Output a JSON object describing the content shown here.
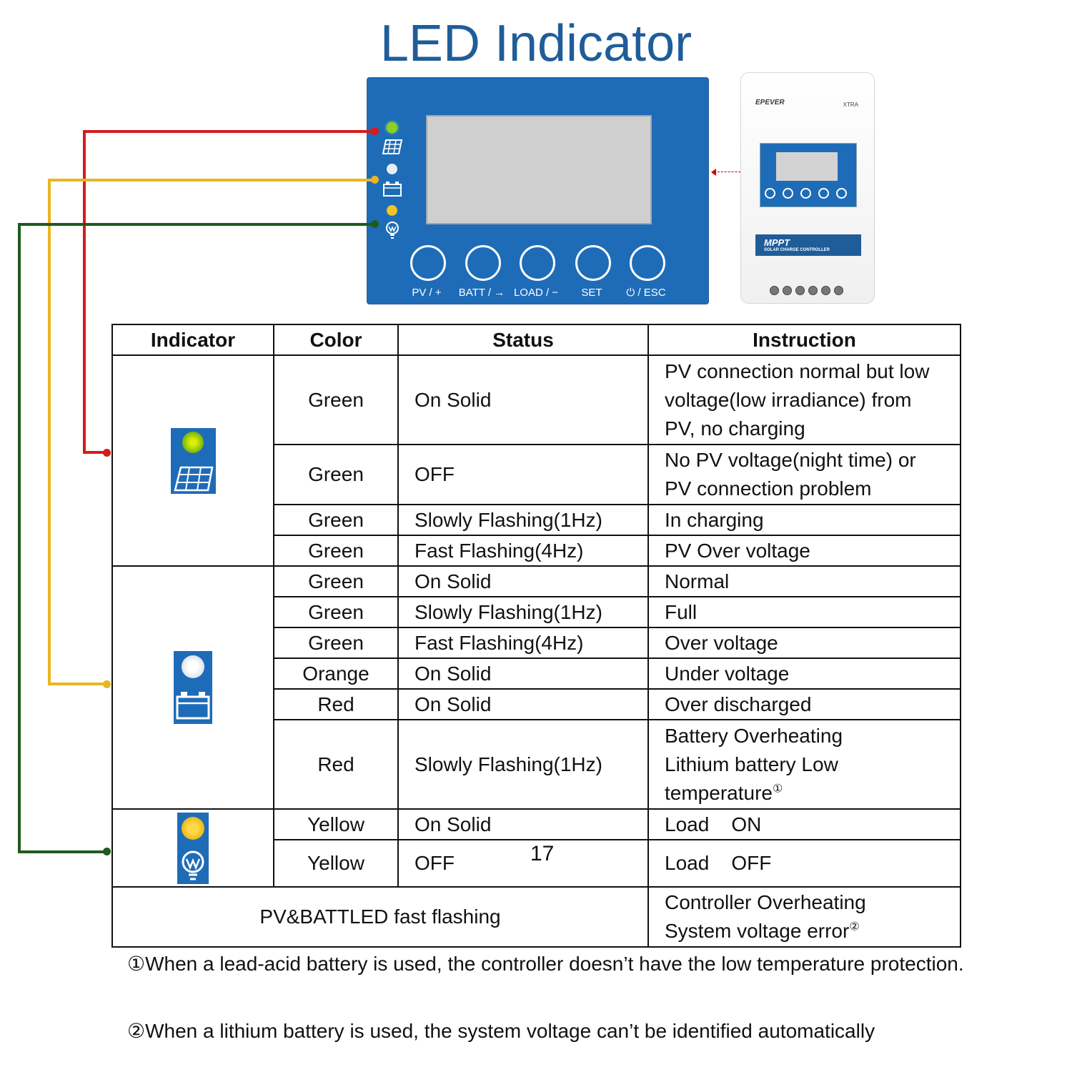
{
  "title": "LED Indicator",
  "panel": {
    "buttons": [
      "PV / +",
      "BATT / →",
      "LOAD / −",
      "SET",
      "⏻ / ESC"
    ],
    "icons": [
      "solar-panel-icon",
      "battery-icon",
      "load-bulb-icon"
    ],
    "led_colors": {
      "pv": "#8ed022",
      "battery": "#e6eef5",
      "load": "#f2c229"
    }
  },
  "device": {
    "brand": "EPEVER",
    "model": "XTRA",
    "label": "MPPT",
    "sublabel": "SOLAR CHARGE CONTROLLER"
  },
  "wire_colors": {
    "pv": "#d81b1b",
    "battery": "#e8b620",
    "load": "#1f5a1f"
  },
  "table": {
    "headers": [
      "Indicator",
      "Color",
      "Status",
      "Instruction"
    ],
    "pv_rows": [
      {
        "color": "Green",
        "status": "On Solid",
        "instruction": [
          "PV connection normal but low",
          "voltage(low irradiance) from",
          "PV, no charging"
        ]
      },
      {
        "color": "Green",
        "status": "OFF",
        "instruction": [
          "No PV voltage(night time) or",
          "PV connection problem"
        ]
      },
      {
        "color": "Green",
        "status": "Slowly Flashing(1Hz)",
        "instruction": [
          "In charging"
        ]
      },
      {
        "color": "Green",
        "status": "Fast Flashing(4Hz)",
        "instruction": [
          "PV Over voltage"
        ]
      }
    ],
    "battery_rows": [
      {
        "color": "Green",
        "status": "On Solid",
        "instruction": [
          "Normal"
        ]
      },
      {
        "color": "Green",
        "status": "Slowly Flashing(1Hz)",
        "instruction": [
          "Full"
        ]
      },
      {
        "color": "Green",
        "status": "Fast Flashing(4Hz)",
        "instruction": [
          "Over voltage"
        ]
      },
      {
        "color": "Orange",
        "status": "On Solid",
        "instruction": [
          "Under voltage"
        ]
      },
      {
        "color": "Red",
        "status": "On Solid",
        "instruction": [
          "Over discharged"
        ]
      },
      {
        "color": "Red",
        "status": "Slowly Flashing(1Hz)",
        "instruction": [
          "Battery Overheating",
          "Lithium battery Low",
          "temperature"
        ],
        "footnote": "①"
      }
    ],
    "load_rows": [
      {
        "color": "Yellow",
        "status": "On Solid",
        "instruction": [
          "Load    ON"
        ]
      },
      {
        "color": "Yellow",
        "status": "OFF",
        "instruction": [
          "Load    OFF"
        ]
      }
    ],
    "last_row": {
      "label": "PV&BATTLED fast flashing",
      "instruction": [
        "Controller Overheating",
        "System voltage error"
      ],
      "footnote": "②"
    },
    "stray_number": "17"
  },
  "notes": [
    "①When a lead-acid battery is used, the controller doesn’t have the low temperature protection.",
    "②When a lithium battery is used, the system voltage can’t be identified automatically"
  ]
}
